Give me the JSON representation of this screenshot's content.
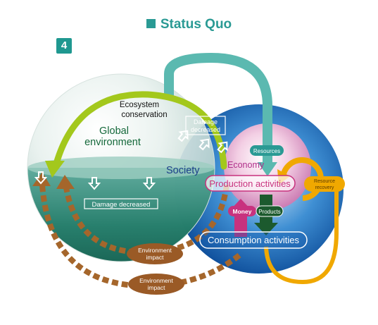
{
  "header": {
    "title": "Status Quo",
    "badge": "4"
  },
  "labels": {
    "ecosystem_line1": "Ecosystem",
    "ecosystem_line2": "conservation",
    "global_line1": "Global",
    "global_line2": "environment",
    "society": "Society",
    "economy": "Economy",
    "damage_decreased_top_line1": "Damage",
    "damage_decreased_top_line2": "decreased",
    "damage_decreased_bottom": "Damage decreased",
    "resources": "Resources",
    "production": "Production activities",
    "money": "Money",
    "products": "Products",
    "consumption": "Consumption activities",
    "resource_recovery_line1": "Resource",
    "resource_recovery_line2": "recovery",
    "env_impact_1_line1": "Environment",
    "env_impact_1_line2": "impact",
    "env_impact_2_line1": "Environment",
    "env_impact_2_line2": "impact"
  },
  "colors": {
    "teal": "#2a9a94",
    "green_arrow": "#a3c81c",
    "brown": "#a5662b",
    "orange": "#f0a800",
    "magenta": "#c8327e",
    "economy_text": "#b0308a",
    "society_text": "#1c3f8a",
    "global_text": "#14683a",
    "teal_arrow": "#5bb9b0"
  }
}
